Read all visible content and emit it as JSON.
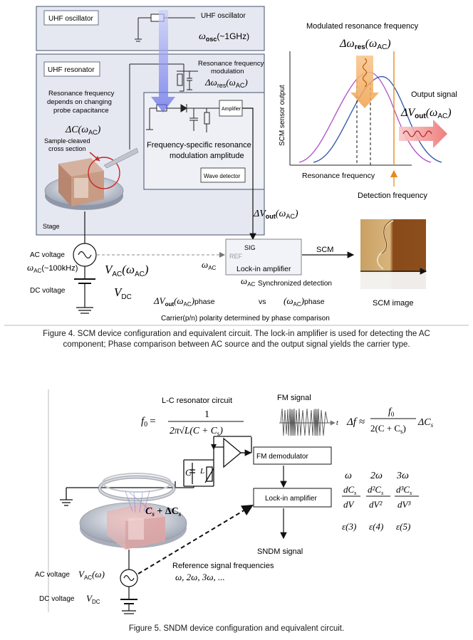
{
  "figure4": {
    "uhf_osc_box_label": "UHF oscillator",
    "uhf_osc_symbol_label": "UHF oscillator",
    "omega_osc": "ω",
    "omega_osc_sub": "osc",
    "omega_osc_value": "(~1GHz)",
    "uhf_resonator_label": "UHF resonator",
    "res_freq_mod_line1": "Resonance frequency",
    "res_freq_mod_line2": "modulation",
    "delta_omega_res": "Δω",
    "delta_omega_res_sub": "res",
    "delta_omega_res_arg": "(ω",
    "delta_omega_res_arg_sub": "AC",
    "delta_omega_res_close": ")",
    "depends_line1": "Resonance frequency",
    "depends_line2": "depends on changing",
    "depends_line3": "probe capacitance",
    "delta_c": "ΔC(ω",
    "delta_c_sub": "AC",
    "delta_c_close": ")",
    "sample_cleaved_line1": "Sample-cleaved",
    "sample_cleaved_line2": "cross section",
    "amplifier_label": "Amplifier",
    "freq_specific_line1": "Frequency-specific resonance",
    "freq_specific_line2": "modulation amplitude",
    "wave_detector_label": "Wave detector",
    "stage_label": "Stage",
    "plot": {
      "top_title": "Modulated resonance frequency",
      "delta_omega": "Δω",
      "delta_omega_sub": "res",
      "delta_omega_arg": "(ω",
      "delta_omega_arg_sub": "AC",
      "delta_omega_close": ")",
      "y_axis_label": "SCM sensor output",
      "x_axis_label": "Resonance frequency",
      "output_signal_label": "Output signal",
      "dv_out": "ΔV",
      "dv_out_sub": "out",
      "dv_out_arg": "(ω",
      "dv_out_arg_sub": "AC",
      "dv_out_close": ")",
      "detection_label": "Detection frequency"
    },
    "dv_out_mid": "ΔV",
    "dv_out_mid_sub": "out",
    "dv_out_mid_arg": "(ω",
    "dv_out_mid_arg_sub": "AC",
    "dv_out_mid_close": ")",
    "sig_label": "SIG",
    "ref_label": "REF",
    "lockin_label": "Lock-in amplifier",
    "scm_arrow_label": "SCM",
    "omega_ac_ref": "ω",
    "omega_ac_ref_sub": "AC",
    "omega_ac_sync": "ω",
    "omega_ac_sync_sub": "AC",
    "sync_label": "Synchronized detection",
    "ac_voltage_label": "AC voltage",
    "omega_ac_freq": "ω",
    "omega_ac_freq_sub": "AC",
    "omega_ac_freq_value": "(~100kHz)",
    "v_ac": "V",
    "v_ac_sub": "AC",
    "v_ac_arg": "(ω",
    "v_ac_arg_sub": "AC",
    "v_ac_close": ")",
    "dc_voltage_label": "DC voltage",
    "v_dc": "V",
    "v_dc_sub": "DC",
    "phase_left": "ΔV",
    "phase_left_sub": "out",
    "phase_left_arg": "(ω",
    "phase_left_arg_sub": "AC",
    "phase_left_close": ")",
    "phase_word1": "phase",
    "vs_label": "vs",
    "phase_right_arg": "(ω",
    "phase_right_arg_sub": "AC",
    "phase_right_close": ")",
    "phase_word2": "phase",
    "scm_image_label": "SCM image",
    "carrier_label": "Carrier(p/n) polarity determined by phase comparison",
    "caption_line1": "Figure 4. SCM device configuration and equivalent circuit. The lock-in amplifier is used for detecting the AC",
    "caption_line2": "component; Phase comparison between AC source and the output signal yields the carrier type."
  },
  "figure5": {
    "lc_title": "L-C resonator circuit",
    "f0_lhs": "f",
    "f0_sub": "0",
    "f0_eq": "=",
    "f0_num": "1",
    "f0_den": "2π√L(C + C",
    "f0_den_sub": "s",
    "f0_den_close": ")",
    "fm_signal_label": "FM signal",
    "t_label": "t",
    "df_lhs": "Δf ≈",
    "df_num": "f",
    "df_num_sub": "0",
    "df_den": "2(C + C",
    "df_den_sub": "s",
    "df_den_close": ")",
    "df_tail": "ΔC",
    "df_tail_sub": "s",
    "fm_demod_label": "FM demodulator",
    "lockin_label": "Lock-in amplifier",
    "c_label": "C",
    "l_label": "L",
    "cs_label": "C",
    "cs_sub": "s",
    "cs_plus": " + ΔC",
    "cs_plus_sub": "s",
    "harm_1": "ω",
    "harm_2": "2ω",
    "harm_3": "3ω",
    "deriv_1_num": "dC",
    "deriv_1_num_sub": "s",
    "deriv_1_den": "dV",
    "deriv_2_num": "d²C",
    "deriv_2_num_sub": "s",
    "deriv_2_den": "dV²",
    "deriv_3_num": "d³C",
    "deriv_3_num_sub": "s",
    "deriv_3_den": "dV³",
    "eps_1": "ε(3)",
    "eps_2": "ε(4)",
    "eps_3": "ε(5)",
    "sndm_signal_label": "SNDM signal",
    "ref_freq_label": "Reference signal frequencies",
    "ref_freq_list": "ω, 2ω, 3ω, ...",
    "ac_voltage_label": "AC voltage",
    "v_ac": "V",
    "v_ac_sub": "AC",
    "v_ac_arg": "(ω)",
    "dc_voltage_label": "DC voltage",
    "v_dc": "V",
    "v_dc_sub": "DC",
    "caption": "Figure 5. SNDM device configuration and equivalent circuit."
  },
  "colors": {
    "panel_fill": "#e6e8f1",
    "panel_stroke": "#44506a",
    "beam": "#8a93f0",
    "curve_purple": "#b050c8",
    "curve_blue": "#2c55a8",
    "detection_orange": "#e88a1e",
    "output_red": "#e05050",
    "scm_image_brown": "#8a4a1a"
  }
}
